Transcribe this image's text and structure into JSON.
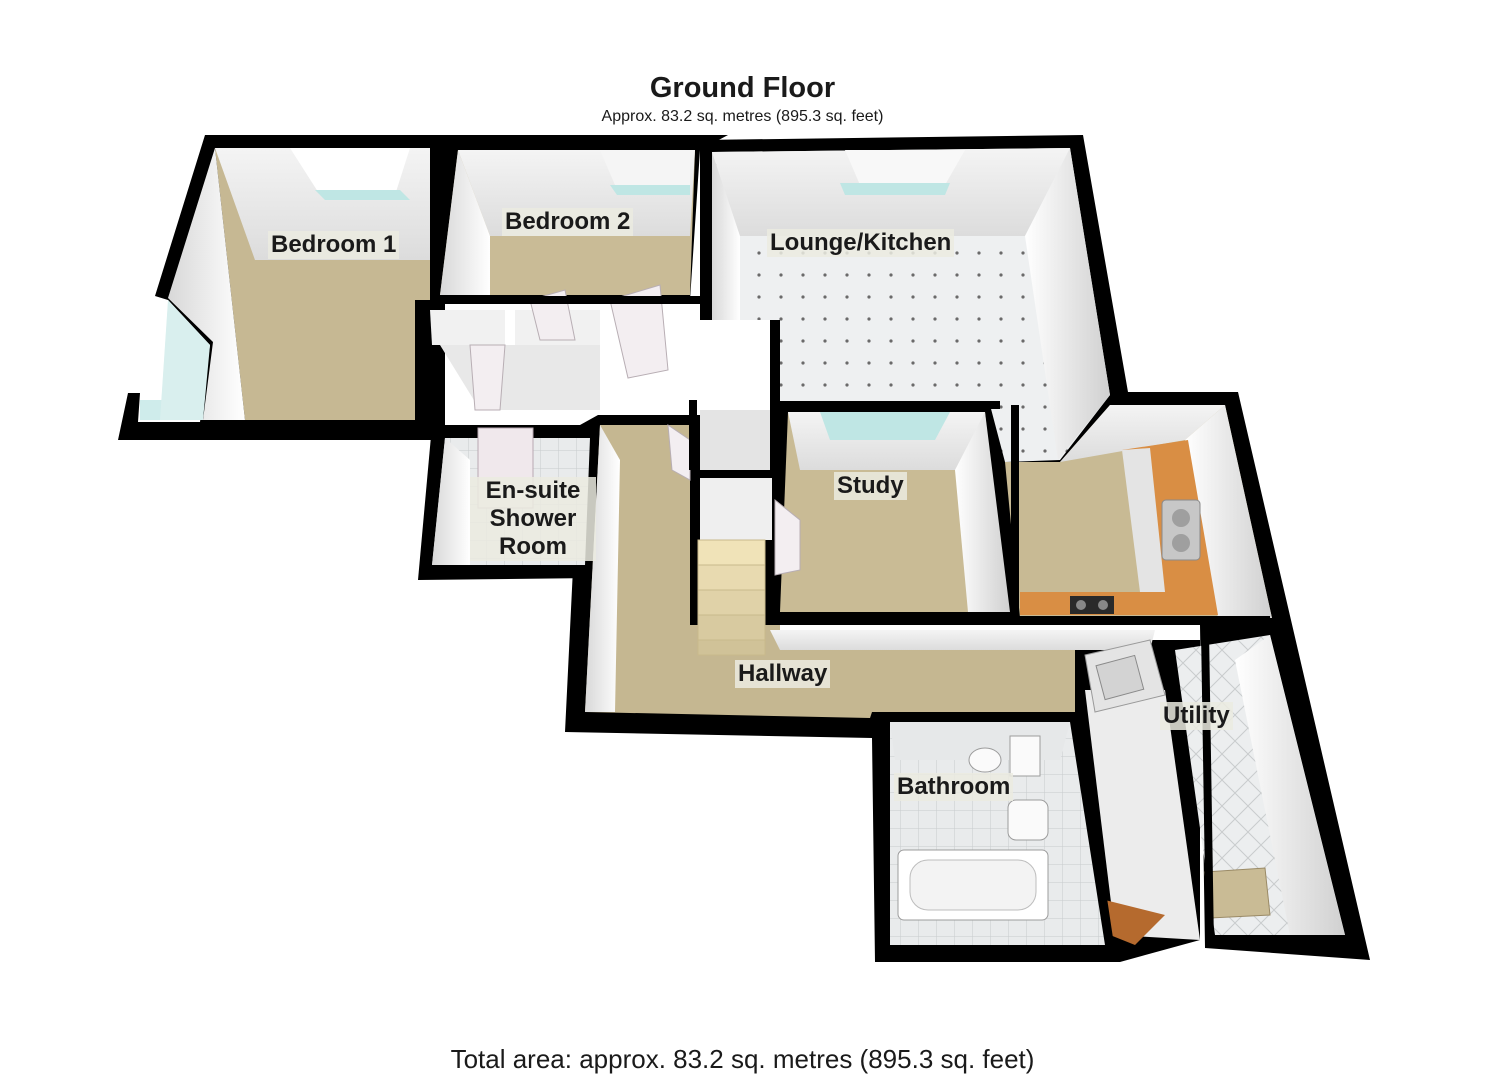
{
  "header": {
    "title": "Ground Floor",
    "subtitle": "Approx. 83.2 sq. metres (895.3 sq. feet)"
  },
  "rooms": {
    "bedroom1": "Bedroom 1",
    "bedroom2": "Bedroom 2",
    "lounge_kitchen": "Lounge/Kitchen",
    "ensuite_line1": "En-suite",
    "ensuite_line2": "Shower",
    "ensuite_line3": "Room",
    "study": "Study",
    "hallway": "Hallway",
    "bathroom": "Bathroom",
    "utility": "Utility"
  },
  "footer": {
    "total": "Total area: approx. 83.2 sq. metres (895.3 sq. feet)"
  },
  "colors": {
    "wall": "#000000",
    "carpet": "#c9bb94",
    "tile_floor": "#ecedee",
    "worktop": "#d9904a",
    "window": "#bfe6e4",
    "inner_wall": "#f2f2f2"
  }
}
